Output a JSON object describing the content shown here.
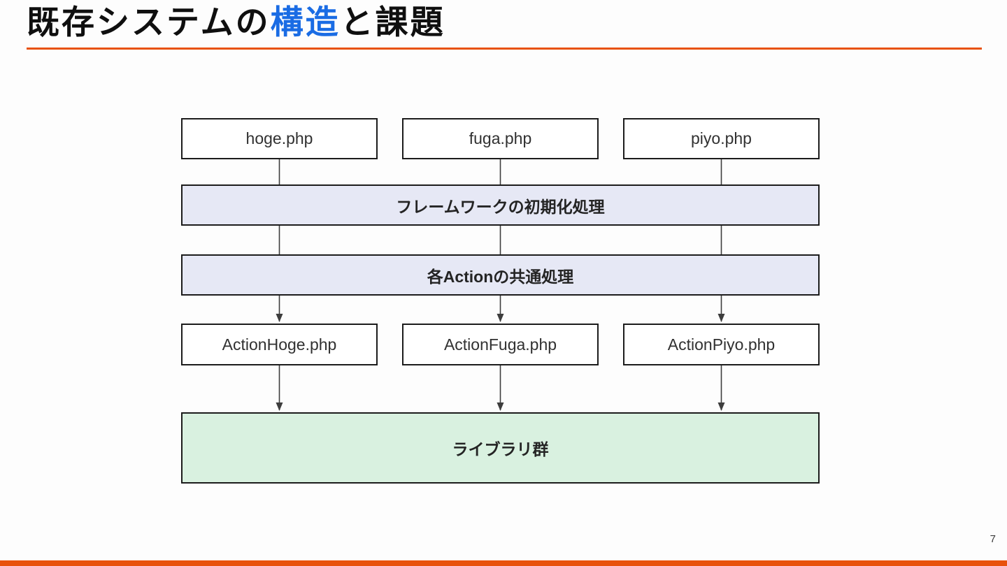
{
  "slide": {
    "title": {
      "prefix": "既存システムの",
      "highlight": "構造",
      "suffix": "と課題"
    },
    "page_number": "7",
    "accent_color": "#e8520c",
    "highlight_color": "#1a6ce4"
  },
  "diagram": {
    "entry_scripts": [
      {
        "label": "hoge.php"
      },
      {
        "label": "fuga.php"
      },
      {
        "label": "piyo.php"
      }
    ],
    "layers": [
      {
        "label": "フレームワークの初期化処理",
        "fill": "#e6e8f5"
      },
      {
        "label": "各Actionの共通処理",
        "fill": "#e6e8f5"
      }
    ],
    "actions": [
      {
        "label": "ActionHoge.php"
      },
      {
        "label": "ActionFuga.php"
      },
      {
        "label": "ActionPiyo.php"
      }
    ],
    "library": {
      "label": "ライブラリ群",
      "fill": "#d9f1e0"
    },
    "line_color": "#3d3d3d"
  }
}
